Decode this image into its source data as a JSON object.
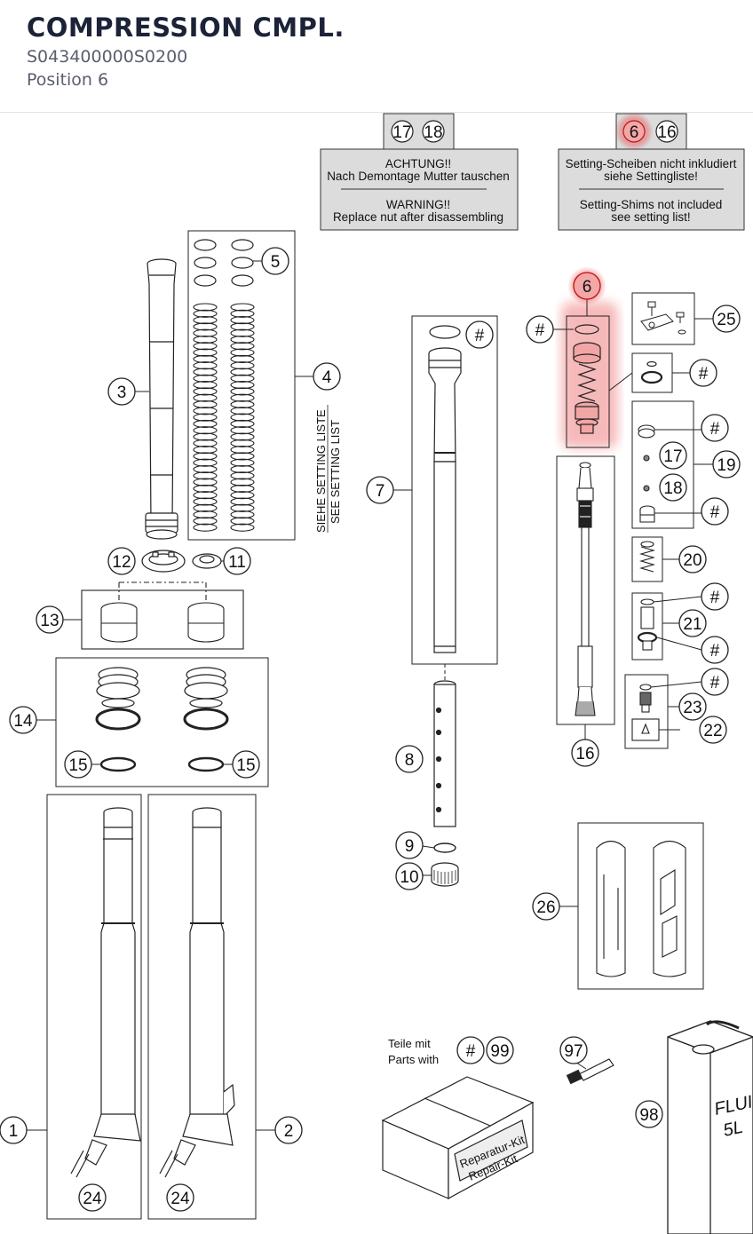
{
  "header": {
    "title": "COMPRESSION CMPL.",
    "part_number": "S043400000S0200",
    "position": "Position 6"
  },
  "colors": {
    "highlight": "#e8383a",
    "note_bg": "#dcdcdc",
    "line": "#222222"
  },
  "notes": {
    "left_refs": [
      "17",
      "18"
    ],
    "left_lines": [
      "ACHTUNG!!",
      "Nach Demontage Mutter tauschen",
      "WARNING!!",
      "Replace nut after disassembling"
    ],
    "right_refs": [
      "6",
      "16"
    ],
    "right_lines": [
      "Setting-Scheiben nicht inkludiert",
      "siehe Settingliste!",
      "Setting-Shims not included",
      "see setting list!"
    ]
  },
  "setting_list": [
    "SIEHE SETTING LISTE",
    "SEE SETTING LIST"
  ],
  "callouts": {
    "c1": "1",
    "c2": "2",
    "c3": "3",
    "c4": "4",
    "c5": "5",
    "c6": "6",
    "c7": "7",
    "c8": "8",
    "c9": "9",
    "c10": "10",
    "c11": "11",
    "c12": "12",
    "c13": "13",
    "c14": "14",
    "c15": "15",
    "c16": "16",
    "c17": "17",
    "c18": "18",
    "c19": "19",
    "c20": "20",
    "c21": "21",
    "c22": "22",
    "c23": "23",
    "c24": "24",
    "c25": "25",
    "c26": "26",
    "c97": "97",
    "c98": "98",
    "c99": "99",
    "hash": "#"
  },
  "kit": {
    "teile_line": "Teile mit",
    "parts_line": "Parts with",
    "ref_hash": "#",
    "ref_num": "99",
    "box_label_1": "Reparatur-Kit",
    "box_label_2": "Repair-Kit"
  },
  "fluid": {
    "line1": "FLUID",
    "line2": "5L"
  }
}
